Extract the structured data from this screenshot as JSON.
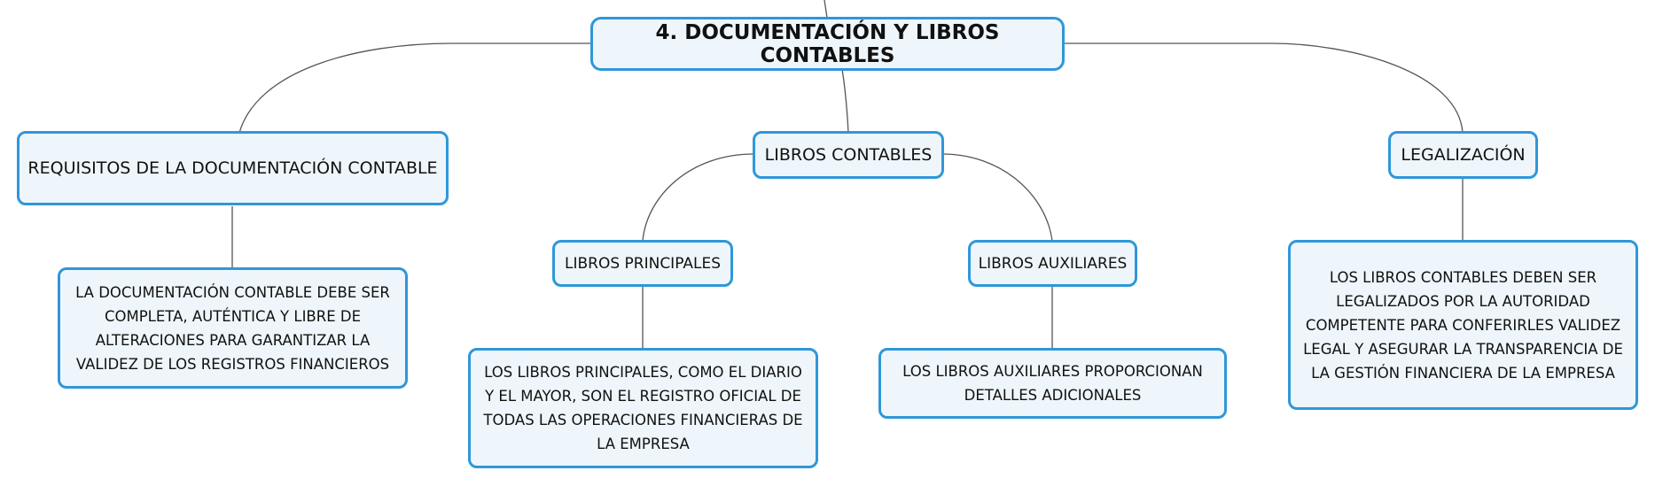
{
  "colors": {
    "node_border": "#2f97d9",
    "node_fill": "#eef6fb",
    "connector": "#555555"
  },
  "root": {
    "label": "4. DOCUMENTACIÓN Y LIBROS CONTABLES"
  },
  "branches": [
    {
      "label": "REQUISITOS DE LA DOCUMENTACIÓN CONTABLE",
      "detail": "LA DOCUMENTACIÓN CONTABLE DEBE SER COMPLETA, AUTÉNTICA Y LIBRE DE ALTERACIONES PARA GARANTIZAR LA VALIDEZ DE LOS REGISTROS FINANCIEROS"
    },
    {
      "label": "LIBROS CONTABLES",
      "children": [
        {
          "label": "LIBROS PRINCIPALES",
          "detail": "LOS LIBROS PRINCIPALES, COMO EL DIARIO Y EL MAYOR, SON EL REGISTRO OFICIAL DE TODAS LAS OPERACIONES FINANCIERAS DE LA EMPRESA"
        },
        {
          "label": "LIBROS AUXILIARES",
          "detail": "LOS LIBROS AUXILIARES PROPORCIONAN DETALLES ADICIONALES"
        }
      ]
    },
    {
      "label": "LEGALIZACIÓN",
      "detail": "LOS LIBROS CONTABLES DEBEN SER LEGALIZADOS POR LA AUTORIDAD COMPETENTE PARA CONFERIRLES VALIDEZ LEGAL Y ASEGURAR LA TRANSPARENCIA DE LA GESTIÓN FINANCIERA DE LA EMPRESA"
    }
  ]
}
